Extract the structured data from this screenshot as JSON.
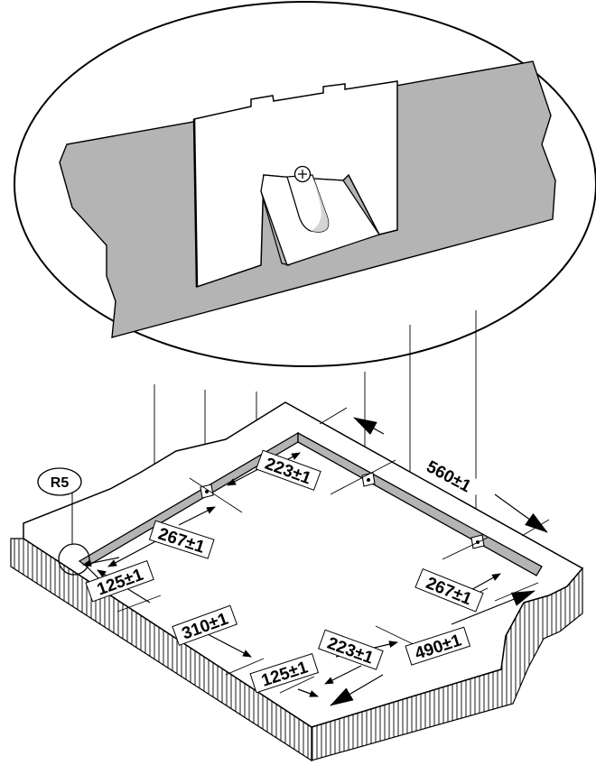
{
  "callout": {
    "radius_label": "R5"
  },
  "dimensions": {
    "d560": "560±1",
    "d223_top": "223±1",
    "d267_left": "267±1",
    "d125_left": "125±1",
    "d310": "310±1",
    "d267_right": "267±1",
    "d223_bottom": "223±1",
    "d490": "490±1",
    "d125_bottom": "125±1"
  },
  "colors": {
    "surface_gray": "#b4b4b4",
    "line": "#000000",
    "paper": "#ffffff"
  }
}
